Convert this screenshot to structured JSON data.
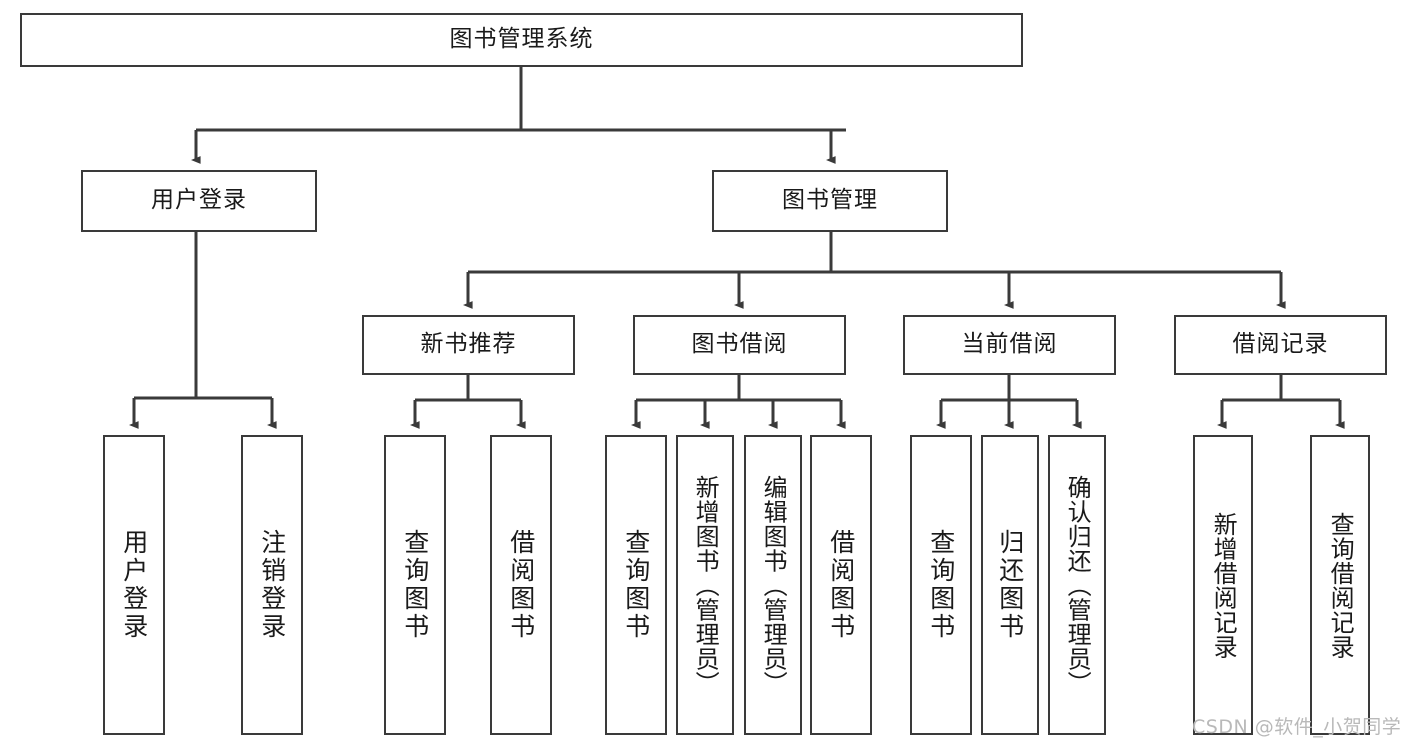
{
  "diagram": {
    "type": "tree-hierarchy-chart",
    "title": "图书管理系统",
    "stroke_color": "#3a3a3a",
    "background_color": "#ffffff",
    "text_color": "#1a1a1a",
    "nodes": {
      "root": {
        "label": "图书管理系统",
        "level": 1
      },
      "l2_a": {
        "label": "用户登录",
        "level": 2
      },
      "l2_b": {
        "label": "图书管理",
        "level": 2
      },
      "l3_a": {
        "label": "新书推荐",
        "level": 3
      },
      "l3_b": {
        "label": "图书借阅",
        "level": 3
      },
      "l3_c": {
        "label": "当前借阅",
        "level": 3
      },
      "l3_d": {
        "label": "借阅记录",
        "level": 3
      },
      "leaf_1": {
        "label": "用户登录",
        "level": 4
      },
      "leaf_2": {
        "label": "注销登录",
        "level": 4
      },
      "leaf_3": {
        "label": "查询图书",
        "level": 4
      },
      "leaf_4": {
        "label": "借阅图书",
        "level": 4
      },
      "leaf_5": {
        "label": "查询图书",
        "level": 4
      },
      "leaf_6": {
        "label": "新增图书（管理员）",
        "level": 4
      },
      "leaf_7": {
        "label": "编辑图书（管理员）",
        "level": 4
      },
      "leaf_8": {
        "label": "借阅图书",
        "level": 4
      },
      "leaf_9": {
        "label": "查询图书",
        "level": 4
      },
      "leaf_10": {
        "label": "归还图书",
        "level": 4
      },
      "leaf_11": {
        "label": "确认归还（管理员）",
        "level": 4
      },
      "leaf_12": {
        "label": "新增借阅记录",
        "level": 4
      },
      "leaf_13": {
        "label": "查询借阅记录",
        "level": 4
      }
    },
    "edges": [
      {
        "from": "root",
        "to": "l2_a"
      },
      {
        "from": "root",
        "to": "l2_b"
      },
      {
        "from": "l2_a",
        "to": "leaf_1"
      },
      {
        "from": "l2_a",
        "to": "leaf_2"
      },
      {
        "from": "l2_b",
        "to": "l3_a"
      },
      {
        "from": "l2_b",
        "to": "l3_b"
      },
      {
        "from": "l2_b",
        "to": "l3_c"
      },
      {
        "from": "l2_b",
        "to": "l3_d"
      },
      {
        "from": "l3_a",
        "to": "leaf_3"
      },
      {
        "from": "l3_a",
        "to": "leaf_4"
      },
      {
        "from": "l3_b",
        "to": "leaf_5"
      },
      {
        "from": "l3_b",
        "to": "leaf_6"
      },
      {
        "from": "l3_b",
        "to": "leaf_7"
      },
      {
        "from": "l3_b",
        "to": "leaf_8"
      },
      {
        "from": "l3_c",
        "to": "leaf_9"
      },
      {
        "from": "l3_c",
        "to": "leaf_10"
      },
      {
        "from": "l3_c",
        "to": "leaf_11"
      },
      {
        "from": "l3_d",
        "to": "leaf_12"
      },
      {
        "from": "l3_d",
        "to": "leaf_13"
      }
    ]
  },
  "watermark": {
    "text": "CSDN @软件_小贺同学"
  }
}
